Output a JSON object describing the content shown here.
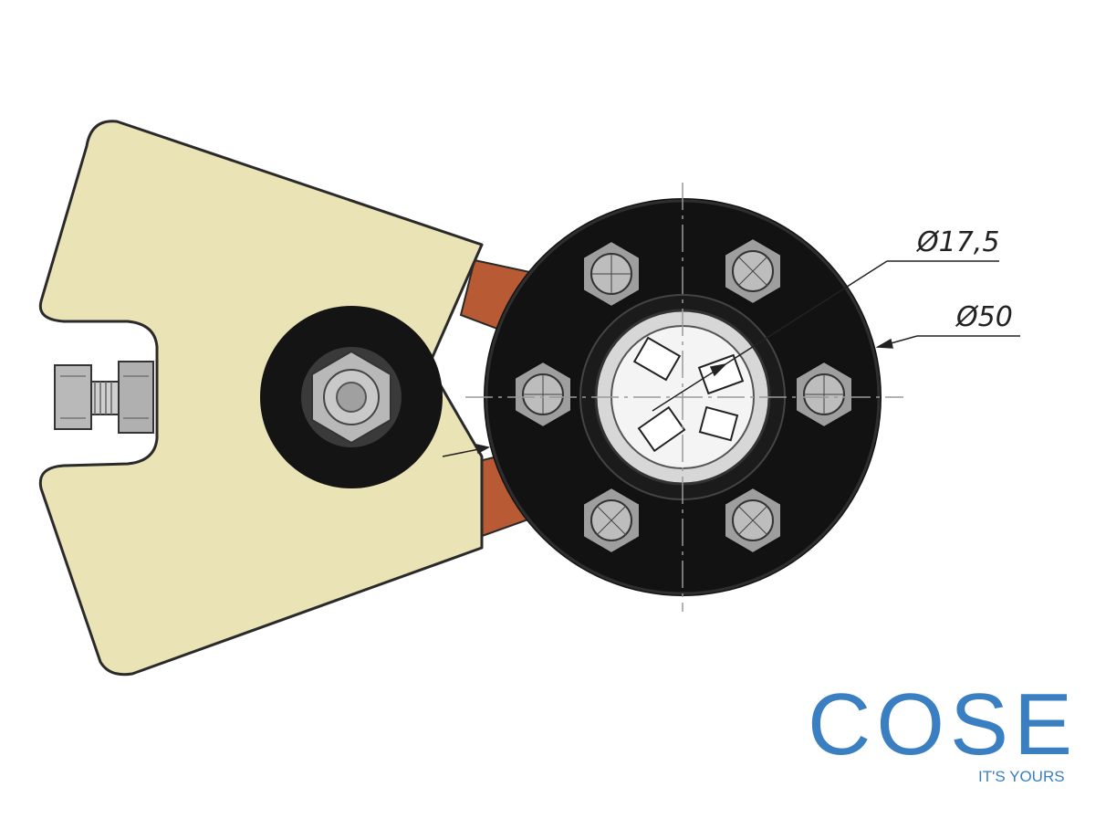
{
  "dimensions": {
    "inner_diameter": "Ø17,5",
    "outer_diameter": "Ø50"
  },
  "logo": {
    "brand": "COSE",
    "tagline": "IT'S YOURS",
    "color": "#3a7fc1"
  },
  "colors": {
    "plate": "#e9e3b6",
    "plate_edge": "#2a2a2a",
    "strap": "#b85a33",
    "disc": "#121212",
    "bolt": "#a9a9a9",
    "centerline": "#9a9a9a"
  }
}
